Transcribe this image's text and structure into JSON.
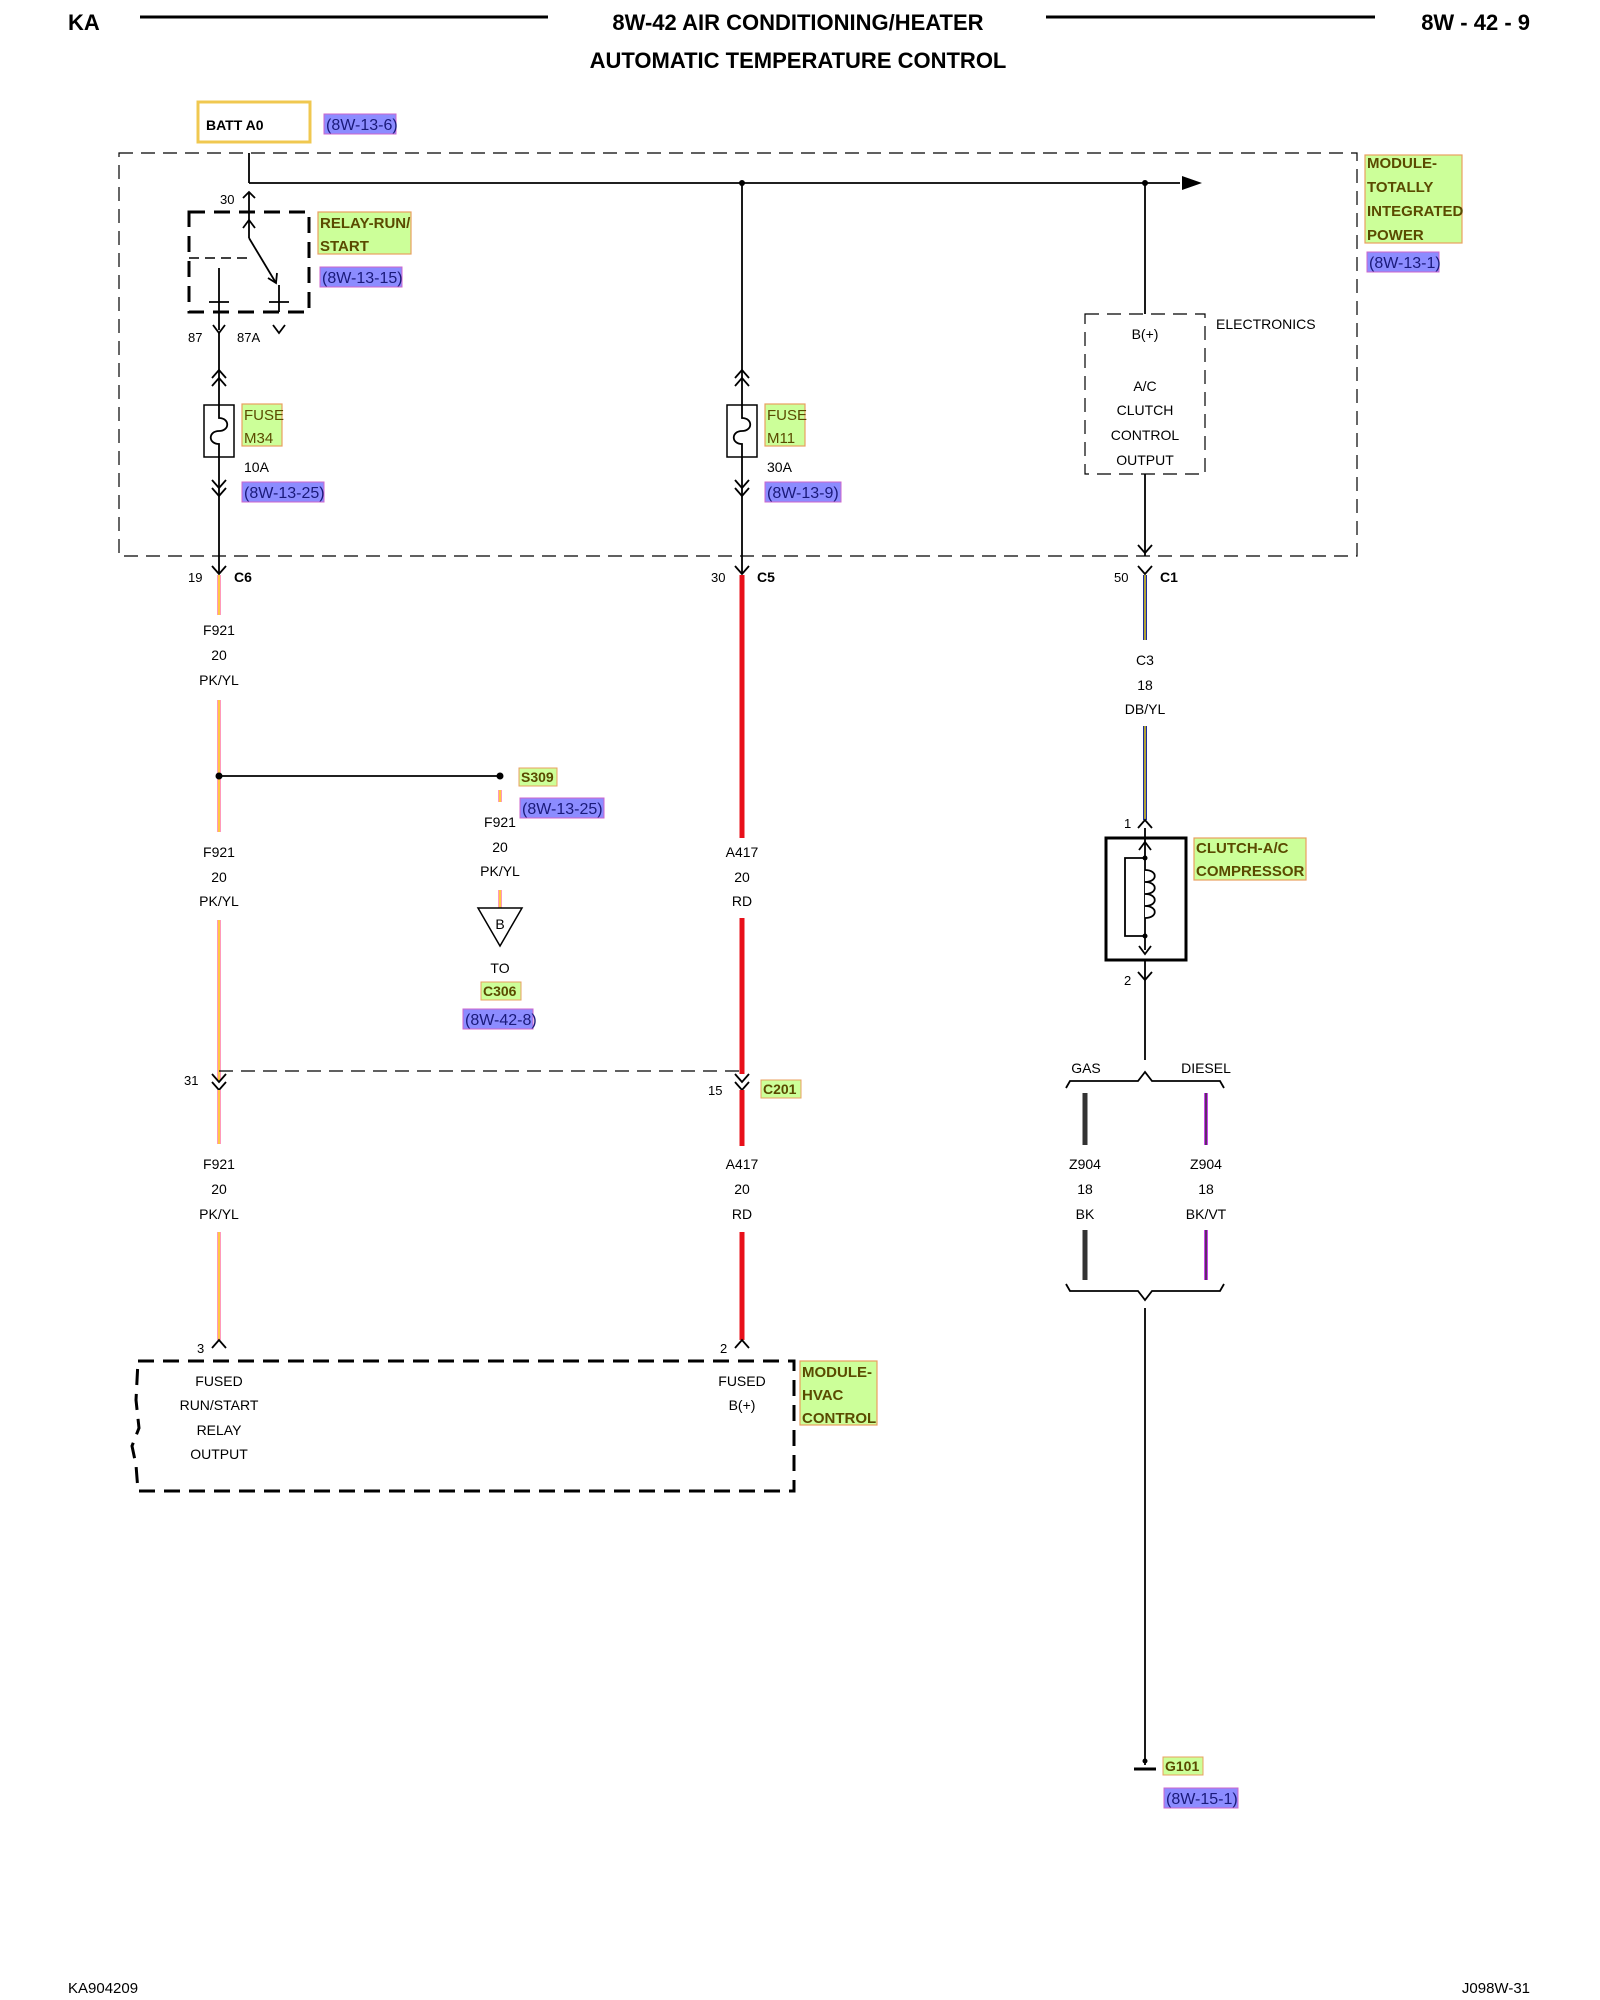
{
  "header": {
    "left_code": "KA",
    "title_line1": "8W-42 AIR CONDITIONING/HEATER",
    "title_line2": "AUTOMATIC TEMPERATURE CONTROL",
    "page_number": "8W - 42 - 9"
  },
  "footer": {
    "left_id": "KA904209",
    "right_id": "J098W-31"
  },
  "batt": {
    "label": "BATT A0",
    "ref": "(8W-13-6)"
  },
  "tipm": {
    "name_lines": [
      "MODULE-",
      "TOTALLY",
      "INTEGRATED",
      "POWER"
    ],
    "ref": "(8W-13-1)",
    "relay": {
      "name_lines": [
        "RELAY-RUN/",
        "START"
      ],
      "ref": "(8W-13-15)",
      "pin_30": "30",
      "pin_87": "87",
      "pin_87a": "87A"
    },
    "fuse_m34": {
      "name_lines": [
        "FUSE",
        "M34"
      ],
      "rating": "10A",
      "ref": "(8W-13-25)"
    },
    "fuse_m11": {
      "name_lines": [
        "FUSE",
        "M11"
      ],
      "rating": "30A",
      "ref": "(8W-13-9)"
    },
    "electronics": {
      "label": "ELECTRONICS",
      "bplus": "B(+)",
      "lines": [
        "A/C",
        "CLUTCH",
        "CONTROL",
        "OUTPUT"
      ]
    },
    "connectors": [
      {
        "pin": "19",
        "name": "C6"
      },
      {
        "pin": "30",
        "name": "C5"
      },
      {
        "pin": "50",
        "name": "C1"
      }
    ]
  },
  "wires": {
    "f921_a": [
      "F921",
      "20",
      "PK/YL"
    ],
    "f921_b": [
      "F921",
      "20",
      "PK/YL"
    ],
    "f921_c": [
      "F921",
      "20",
      "PK/YL"
    ],
    "f921_splice": [
      "F921",
      "20",
      "PK/YL"
    ],
    "a417_a": [
      "A417",
      "20",
      "RD"
    ],
    "a417_b": [
      "A417",
      "20",
      "RD"
    ],
    "c3": [
      "C3",
      "18",
      "DB/YL"
    ],
    "z904_gas": [
      "Z904",
      "18",
      "BK"
    ],
    "z904_diesel": [
      "Z904",
      "18",
      "BK/VT"
    ]
  },
  "splice": {
    "name": "S309",
    "ref": "(8W-13-25)",
    "triangle": "B",
    "to": "TO",
    "to_conn": "C306",
    "to_ref": "(8W-42-8)"
  },
  "c201": {
    "name": "C201",
    "pin_left": "31",
    "pin_right": "15"
  },
  "clutch": {
    "name_lines": [
      "CLUTCH-A/C",
      "COMPRESSOR"
    ],
    "pin1": "1",
    "pin2": "2"
  },
  "variants": {
    "gas": "GAS",
    "diesel": "DIESEL"
  },
  "hvac": {
    "name_lines": [
      "MODULE-",
      "HVAC",
      "CONTROL"
    ],
    "pin3": "3",
    "pin2": "2",
    "left_lines": [
      "FUSED",
      "RUN/START",
      "RELAY",
      "OUTPUT"
    ],
    "right_lines": [
      "FUSED",
      "B(+)"
    ]
  },
  "ground": {
    "name": "G101",
    "ref": "(8W-15-1)"
  },
  "colors": {
    "pk": "#ff99bb",
    "yl": "#ffe000",
    "rd": "#e8101a",
    "db": "#1a2aa0",
    "bk": "#333333",
    "vt": "#cc44ee"
  }
}
